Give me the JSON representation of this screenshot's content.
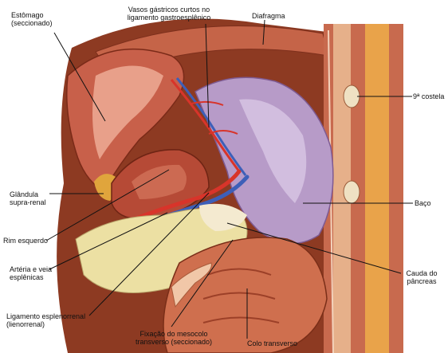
{
  "labels": {
    "stomach": {
      "line1": "Estômago",
      "line2": "(seccionado)"
    },
    "gastric_vessels": {
      "line1": "Vasos gástricos curtos no",
      "line2": "ligamento gastroesplênico"
    },
    "diaphragm": "Diafragma",
    "rib": "9ª costela",
    "suprarenal": {
      "line1": "Glândula",
      "line2": "supra-renal"
    },
    "spleen": "Baço",
    "left_kidney": "Rim esquerdo",
    "splenic_vessels": {
      "line1": "Artéria e veia",
      "line2": "esplênicas"
    },
    "pancreas_tail": {
      "line1": "Cauda do",
      "line2": "pâncreas"
    },
    "splenorenal_ligament": {
      "line1": "Ligamento esplenorrenal",
      "line2": "(lienorrenal)"
    },
    "mesocolon": {
      "line1": "Fixação do mesocolo",
      "line2": "transverso (seccionado)"
    },
    "transverse_colon": "Colo transverso"
  }
}
